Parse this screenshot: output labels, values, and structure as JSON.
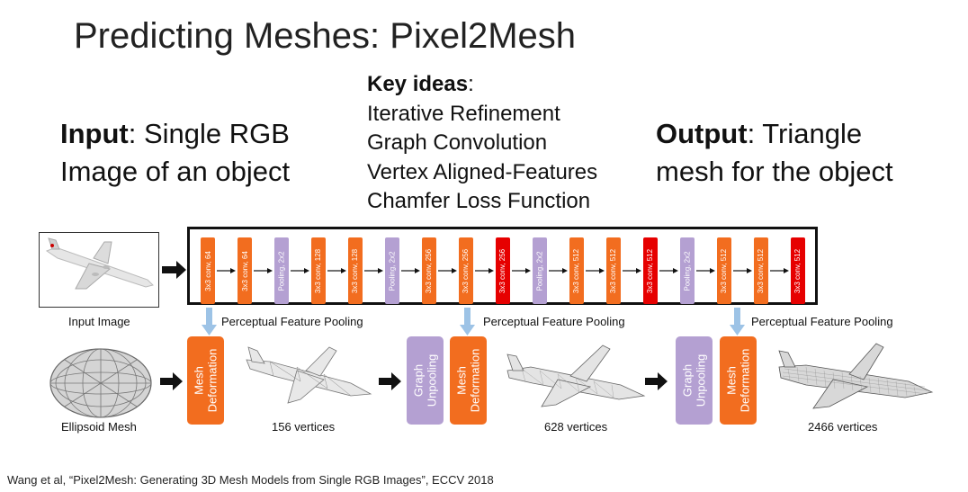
{
  "title": "Predicting Meshes: Pixel2Mesh",
  "input": {
    "bold": "Input",
    "rest": ": Single RGB",
    "line2": "Image of an object"
  },
  "key_ideas": {
    "heading": "Key ideas",
    "colon": ":",
    "items": [
      "Iterative Refinement",
      "Graph Convolution",
      "Vertex Aligned-Features",
      "Chamfer Loss Function"
    ]
  },
  "output": {
    "bold": "Output",
    "rest": ": Triangle",
    "line2": "mesh for the object"
  },
  "cnn_layers": [
    {
      "label": "3x3 conv, 64",
      "kind": "conv"
    },
    {
      "label": "3x3 conv, 64",
      "kind": "conv"
    },
    {
      "label": "Pooling, 2x2",
      "kind": "pool"
    },
    {
      "label": "3x3 conv, 128",
      "kind": "conv"
    },
    {
      "label": "3x3 conv, 128",
      "kind": "conv"
    },
    {
      "label": "Pooling, 2x2",
      "kind": "pool"
    },
    {
      "label": "3x3 conv, 256",
      "kind": "conv"
    },
    {
      "label": "3x3 conv, 256",
      "kind": "conv"
    },
    {
      "label": "3x3 conv, 256",
      "kind": "conv-red"
    },
    {
      "label": "Pooling, 2x2",
      "kind": "pool"
    },
    {
      "label": "3x3 conv, 512",
      "kind": "conv"
    },
    {
      "label": "3x3 conv, 512",
      "kind": "conv"
    },
    {
      "label": "3x3 conv, 512",
      "kind": "conv-red"
    },
    {
      "label": "Pooling, 2x2",
      "kind": "pool"
    },
    {
      "label": "3x3 conv, 512",
      "kind": "conv"
    },
    {
      "label": "3x3 conv, 512",
      "kind": "conv"
    },
    {
      "label": "3x3 conv, 512",
      "kind": "conv-red"
    }
  ],
  "input_image_label": "Input Image",
  "perceptual_pooling": [
    "Perceptual Feature Pooling",
    "Perceptual Feature Pooling",
    "Perceptual Feature Pooling"
  ],
  "ellipsoid_label": "Ellipsoid Mesh",
  "mesh_deformation_lines": [
    "Mesh",
    "Deformation"
  ],
  "graph_unpooling_lines": [
    "Graph",
    "Unpooling"
  ],
  "vertex_labels": [
    "156 vertices",
    "628 vertices",
    "2466 vertices"
  ],
  "citation": "Wang et al, “Pixel2Mesh: Generating 3D Mesh Models from Single RGB Images”, ECCV 2018",
  "colors": {
    "conv": "#f26d1f",
    "conv_red": "#e60000",
    "pool": "#b4a0d2",
    "arrow_blue": "#9dc3e6"
  }
}
